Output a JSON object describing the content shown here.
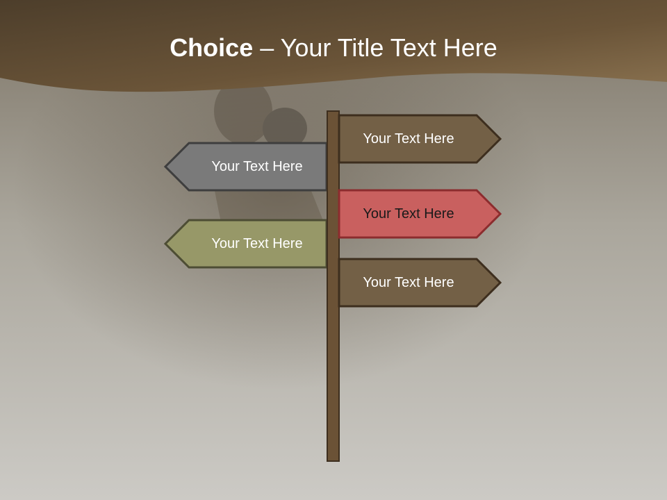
{
  "title": {
    "bold": "Choice",
    "dash": "–",
    "rest": "Your Title Text Here"
  },
  "signs": {
    "right_top": {
      "label": "Your Text Here",
      "color": "#736046"
    },
    "left_top": {
      "label": "Your Text Here",
      "color": "#7a7a7a"
    },
    "right_mid": {
      "label": "Your Text Here",
      "color": "#c9605f"
    },
    "left_bottom": {
      "label": "Your Text Here",
      "color": "#979868"
    },
    "right_bottom": {
      "label": "Your Text Here",
      "color": "#736046"
    }
  },
  "colors": {
    "header": "#5e4a32",
    "background": "#c9c8c3",
    "post": "#6b5236"
  }
}
